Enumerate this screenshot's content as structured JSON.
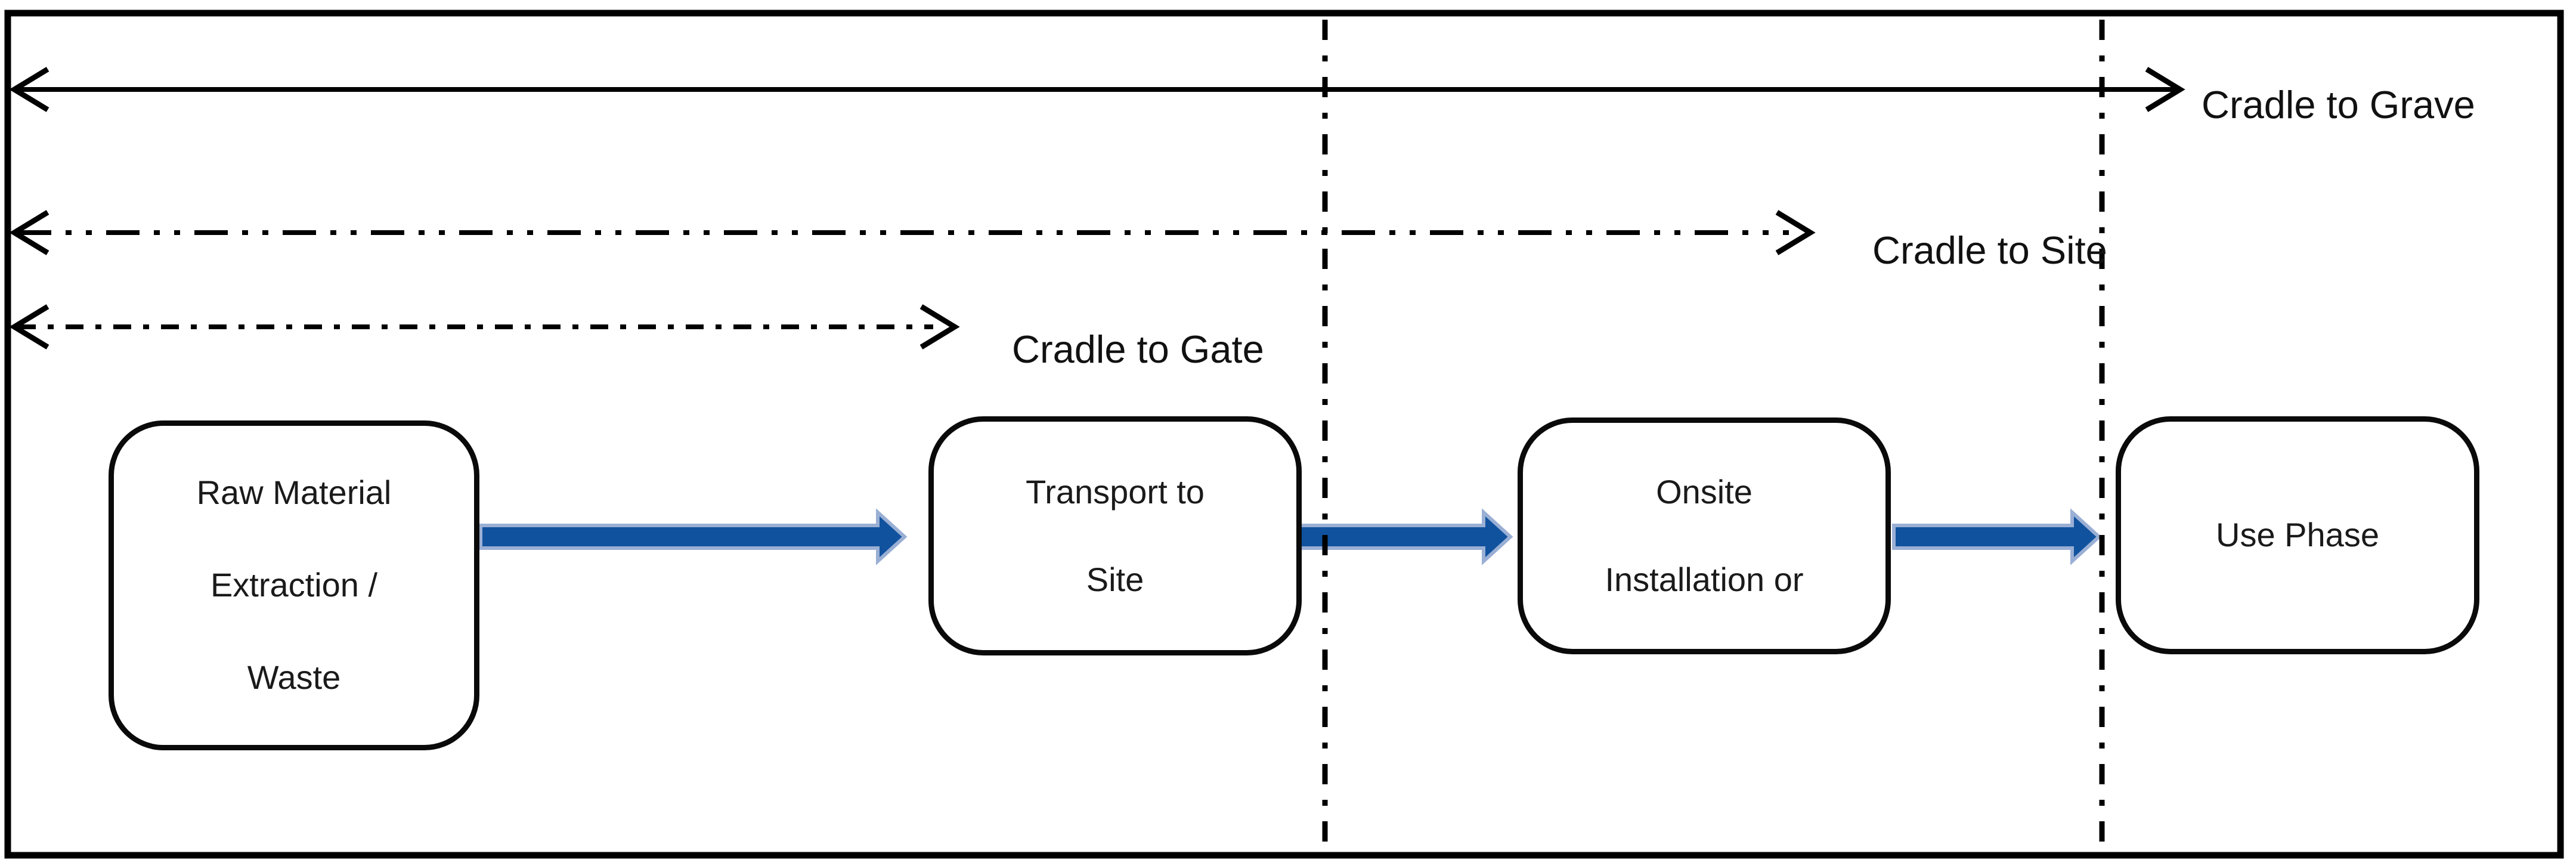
{
  "scopes": [
    {
      "id": "cradle-to-grave",
      "label": "Cradle to Grave",
      "line_style": "solid"
    },
    {
      "id": "cradle-to-site",
      "label": "Cradle to Site",
      "line_style": "dash-dot-dot"
    },
    {
      "id": "cradle-to-gate",
      "label": "Cradle to Gate",
      "line_style": "dash-dot"
    }
  ],
  "stages": [
    {
      "id": "raw-material-extraction-waste",
      "lines": [
        "Raw Material",
        "Extraction /",
        "Waste"
      ]
    },
    {
      "id": "transport-to-site",
      "lines": [
        "Transport to",
        "Site"
      ]
    },
    {
      "id": "onsite-installation",
      "lines": [
        "Onsite",
        "Installation or"
      ]
    },
    {
      "id": "use-phase",
      "lines": [
        "Use Phase"
      ]
    }
  ],
  "colors": {
    "flow_arrow_fill": "#10529E",
    "flow_arrow_outline": "#9AAFD4",
    "line_color": "#000000"
  }
}
